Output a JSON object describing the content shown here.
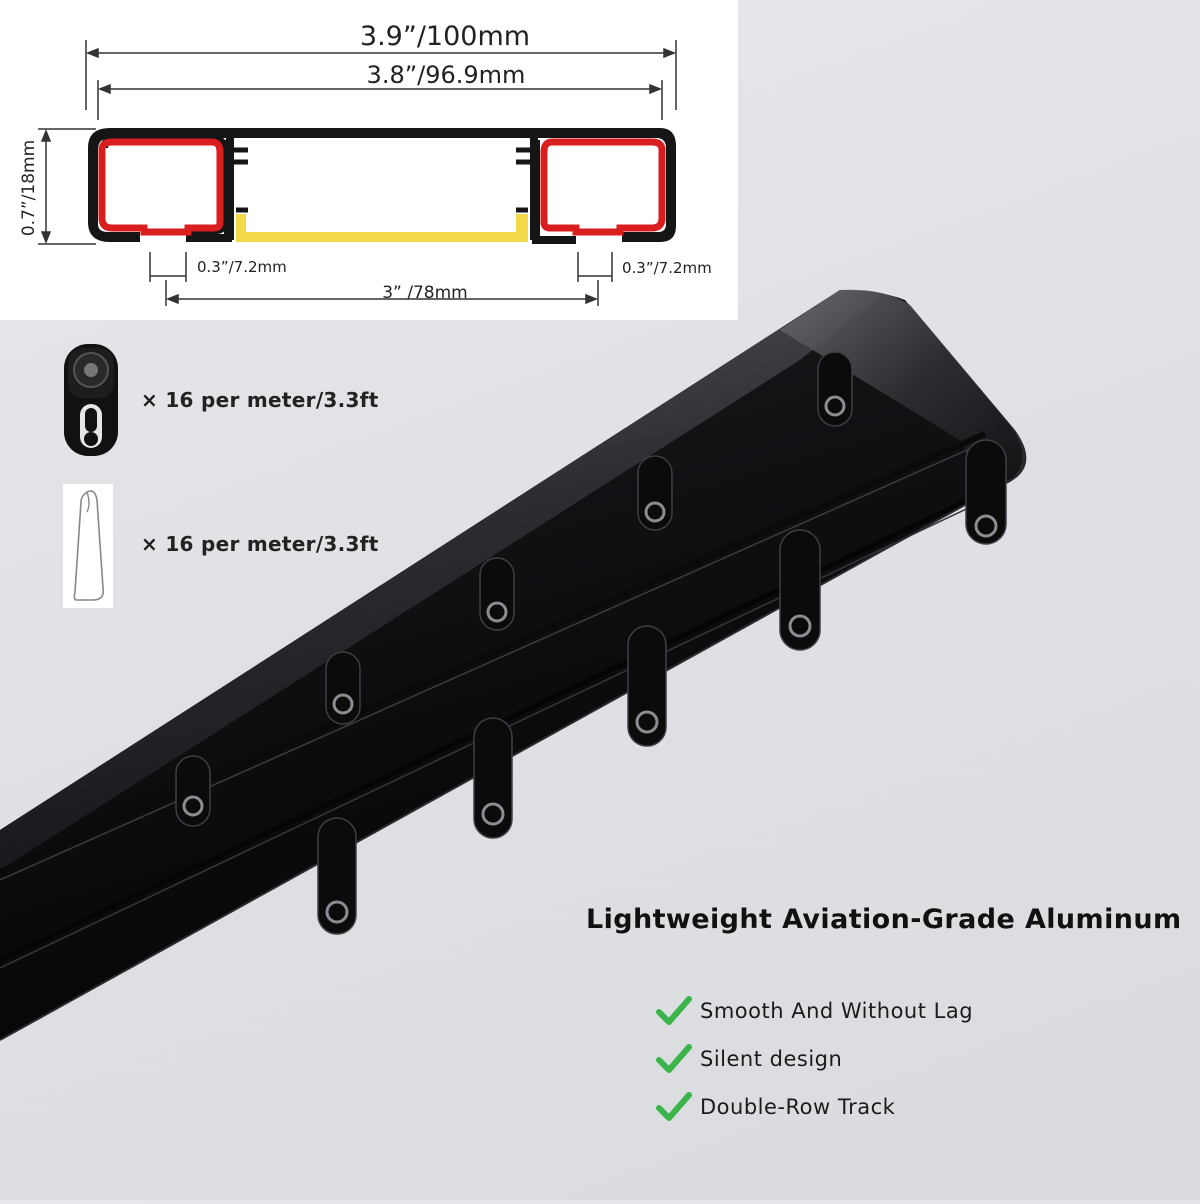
{
  "dimensions": {
    "overall_width": "3.9”/100mm",
    "inner_width": "3.8”/96.9mm",
    "height": "0.7”/18mm",
    "left_gap": "0.3”/7.2mm",
    "right_gap": "0.3”/7.2mm",
    "center_gap": "3” /78mm"
  },
  "accessories": [
    {
      "icon": "glider-roller-icon",
      "label": "× 16 per meter/3.3ft"
    },
    {
      "icon": "curtain-hook-icon",
      "label": "× 16 per meter/3.3ft"
    }
  ],
  "headline": "Lightweight Aviation-Grade Aluminum",
  "features": [
    {
      "icon": "checkmark-icon",
      "label": "Smooth And Without Lag"
    },
    {
      "icon": "checkmark-icon",
      "label": "Silent design"
    },
    {
      "icon": "checkmark-icon",
      "label": "Double-Row Track"
    }
  ],
  "colors": {
    "track_black": "#111214",
    "profile_red": "#d81e1e",
    "profile_yellow": "#f2d94a",
    "check_green": "#3bb54a"
  }
}
